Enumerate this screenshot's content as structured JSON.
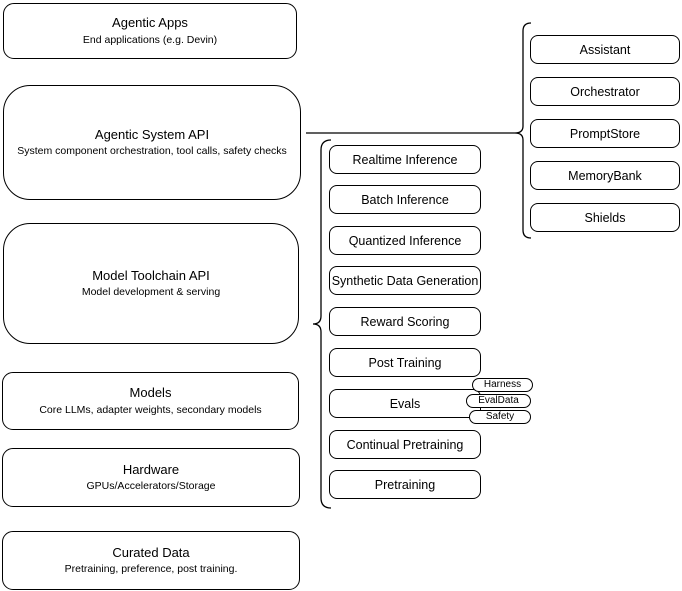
{
  "diagram": {
    "left_stack": [
      {
        "title": "Agentic Apps",
        "subtitle": "End applications (e.g. Devin)"
      },
      {
        "title": "Agentic System API",
        "subtitle": "System component orchestration, tool calls, safety checks"
      },
      {
        "title": "Model Toolchain API",
        "subtitle": "Model development & serving"
      },
      {
        "title": "Models",
        "subtitle": "Core LLMs, adapter weights, secondary models"
      },
      {
        "title": "Hardware",
        "subtitle": "GPUs/Accelerators/Storage"
      },
      {
        "title": "Curated Data",
        "subtitle": "Pretraining, preference, post training."
      }
    ],
    "toolchain_group": {
      "items": [
        "Realtime Inference",
        "Batch Inference",
        "Quantized Inference",
        "Synthetic Data Generation",
        "Reward Scoring",
        "Post Training",
        "Evals",
        "Continual Pretraining",
        "Pretraining"
      ],
      "evals_tags": [
        "Harness",
        "EvalData",
        "Safety"
      ]
    },
    "system_group": {
      "items": [
        "Assistant",
        "Orchestrator",
        "PromptStore",
        "MemoryBank",
        "Shields"
      ]
    },
    "colors": {
      "stroke": "#000000",
      "fill": "#ffffff",
      "text": "#000000"
    }
  }
}
